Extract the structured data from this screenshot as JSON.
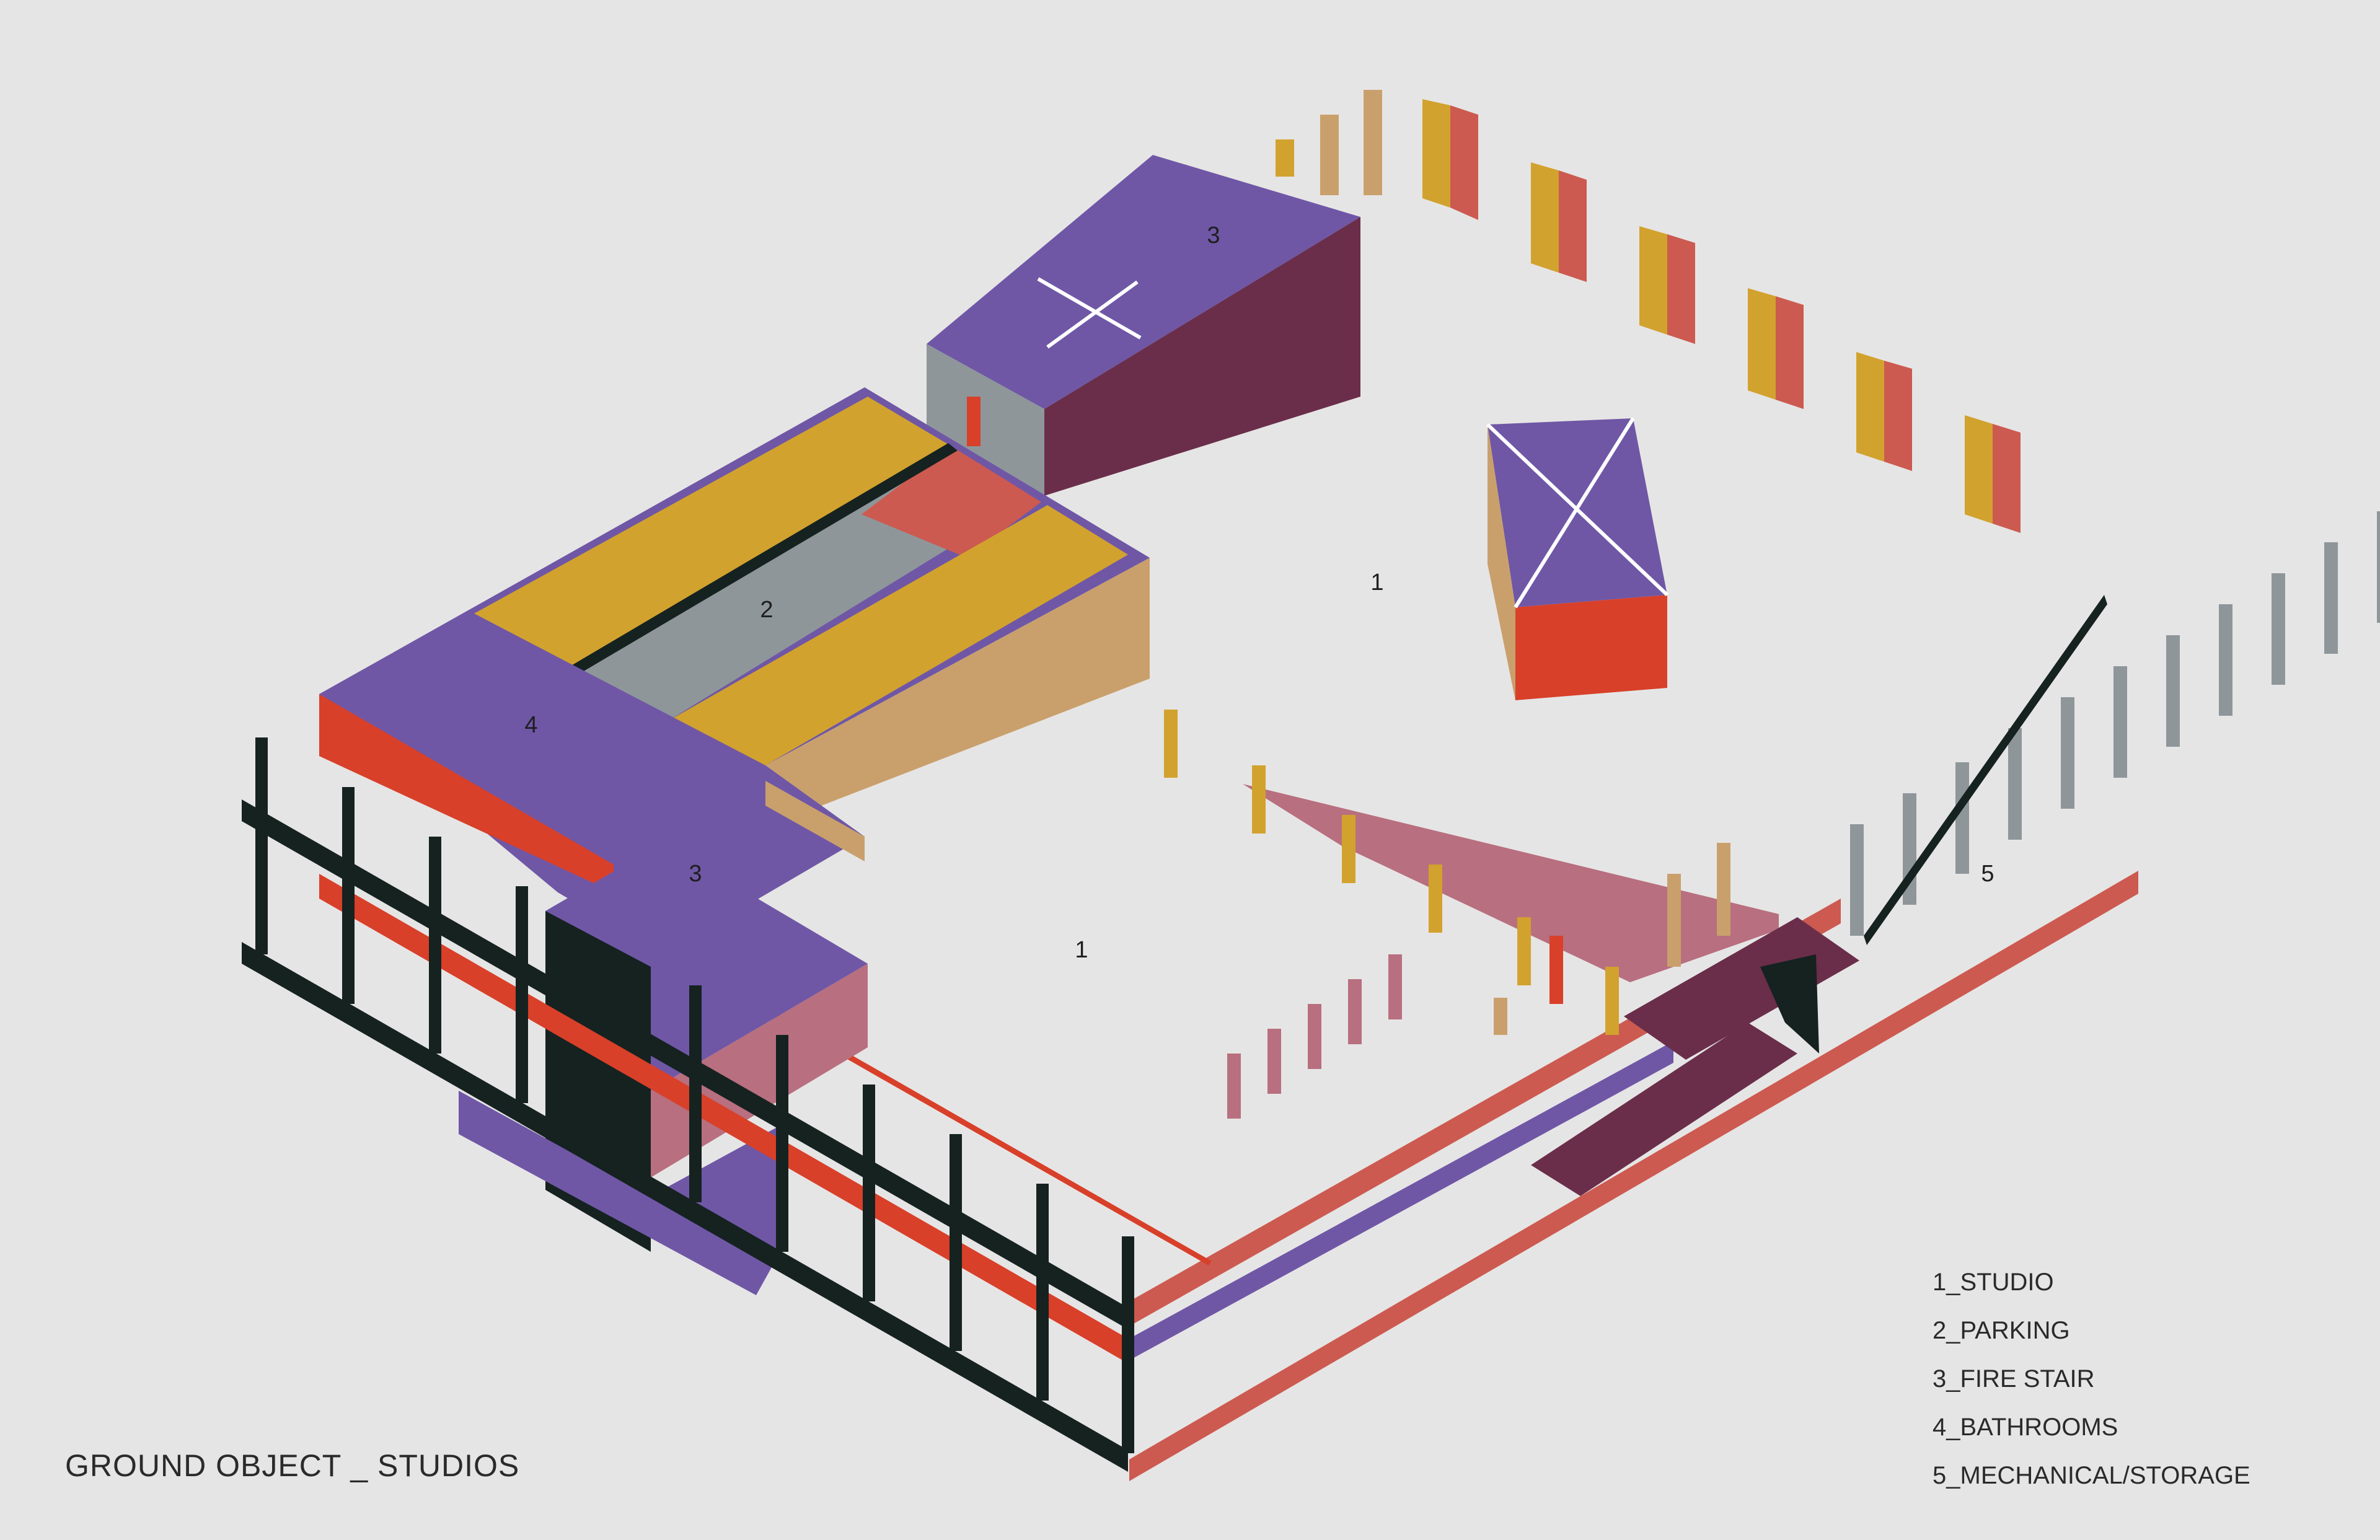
{
  "caption": "GROUND OBJECT _ STUDIOS",
  "legend": [
    "1_STUDIO",
    "2_PARKING",
    "3_FIRE STAIR",
    "4_BATHROOMS",
    "5_MECHANICAL/STORAGE"
  ],
  "zone_labels": {
    "studio": "1",
    "parking": "2",
    "fire_stair": "3",
    "bathrooms": "4",
    "mechanical": "5"
  },
  "palette": {
    "background": "#e6e5e5",
    "purple": "#6f57a6",
    "gold": "#d2a22e",
    "salmon": "#cc5a50",
    "red": "#d8402a",
    "black": "#152220",
    "grey": "#8e969a",
    "tan": "#c9a06c",
    "maroon": "#6a2e4a",
    "pink": "#b86f7f"
  }
}
